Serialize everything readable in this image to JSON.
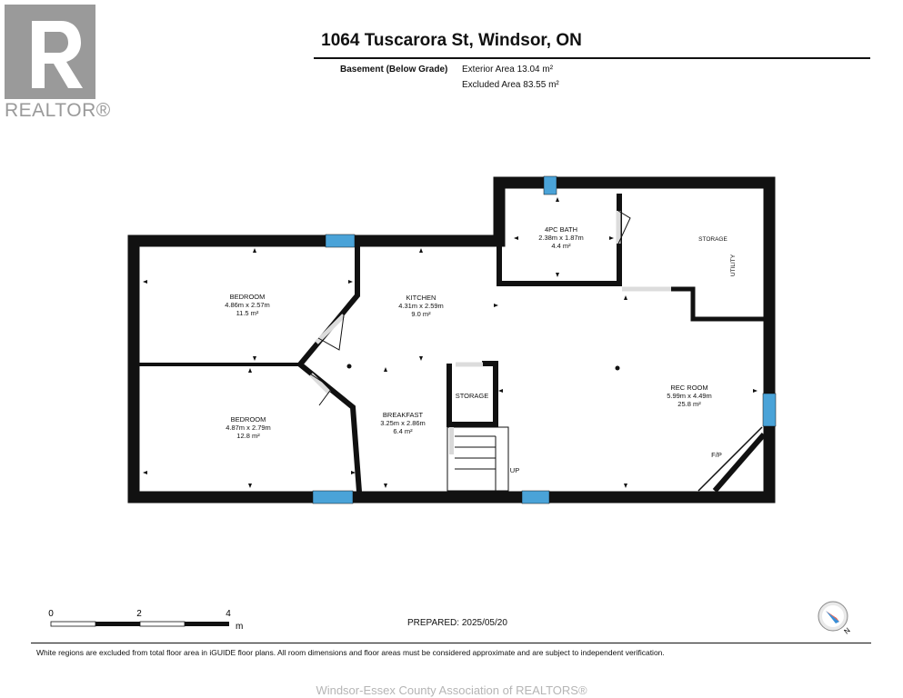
{
  "header": {
    "address": "1064 Tuscarora St, Windsor, ON",
    "level": "Basement (Below Grade)",
    "exterior_area": "Exterior Area 13.04 m²",
    "excluded_area": "Excluded Area 83.55 m²"
  },
  "logo": {
    "text": "REALTOR®"
  },
  "rooms": {
    "bedroom1": {
      "name": "BEDROOM",
      "dims": "4.86m x 2.57m",
      "area": "11.5 m²"
    },
    "bedroom2": {
      "name": "BEDROOM",
      "dims": "4.87m x 2.79m",
      "area": "12.8 m²"
    },
    "kitchen": {
      "name": "KITCHEN",
      "dims": "4.31m x 2.59m",
      "area": "9.0 m²"
    },
    "breakfast": {
      "name": "BREAKFAST",
      "dims": "3.25m x 2.86m",
      "area": "6.4 m²"
    },
    "bath": {
      "name": "4PC BATH",
      "dims": "2.38m x 1.87m",
      "area": "4.4 m²"
    },
    "storage_upper": {
      "name": "STORAGE"
    },
    "utility": {
      "name": "UTILITY"
    },
    "storage_center": {
      "name": "STORAGE"
    },
    "rec_room": {
      "name": "REC ROOM",
      "dims": "5.99m x 4.49m",
      "area": "25.8 m²"
    },
    "fireplace": {
      "name": "F/P"
    },
    "stairs": {
      "name": "UP"
    }
  },
  "scale_bar": {
    "ticks": [
      "0",
      "2",
      "4"
    ],
    "unit": "m"
  },
  "prepared": "PREPARED: 2025/05/20",
  "disclaimer": "White regions are excluded from total floor area in iGUIDE floor plans. All room dimensions and floor areas must be considered approximate and are subject to independent verification.",
  "footer": "Windsor-Essex County Association of REALTORS®",
  "compass": {
    "label": "N"
  },
  "colors": {
    "wall": "#111111",
    "window": "#4aa3d8",
    "door": "#d9d9d9",
    "logo": "#9a9a9a"
  }
}
